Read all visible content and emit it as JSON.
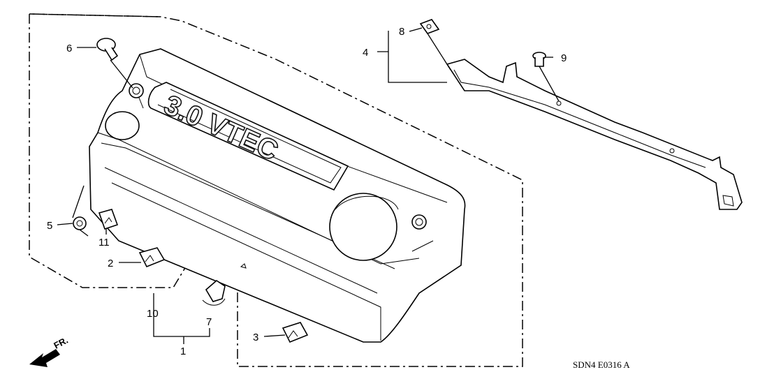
{
  "diagram": {
    "code": "SDN4 E0316 A",
    "direction_label": "FR.",
    "emblem_text": "3.0 VTEC",
    "callouts": {
      "c1": "1",
      "c2": "2",
      "c3": "3",
      "c4": "4",
      "c5": "5",
      "c6": "6",
      "c7": "7",
      "c8": "8",
      "c9": "9",
      "c10": "10",
      "c11": "11"
    }
  }
}
